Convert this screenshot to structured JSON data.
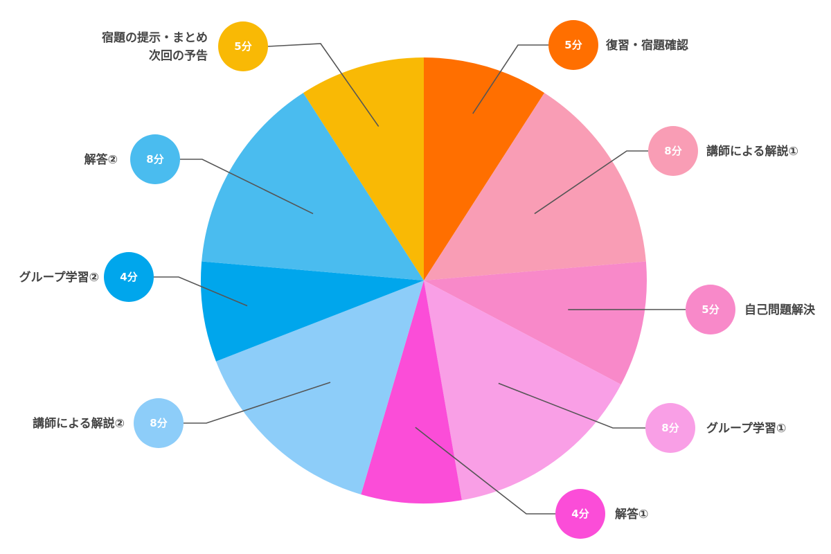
{
  "chart_data": {
    "type": "pie",
    "title": "",
    "start": "top",
    "direction": "clockwise",
    "slices": [
      {
        "label": [
          "復習・宿題確認"
        ],
        "value": 5,
        "badge": "5分",
        "color": "#FF6F00"
      },
      {
        "label": [
          "講師による解説①"
        ],
        "value": 8,
        "badge": "8分",
        "color": "#F99DB5"
      },
      {
        "label": [
          "自己問題解決"
        ],
        "value": 5,
        "badge": "5分",
        "color": "#F889C9"
      },
      {
        "label": [
          "グループ学習①"
        ],
        "value": 8,
        "badge": "8分",
        "color": "#F99FE6"
      },
      {
        "label": [
          "解答①"
        ],
        "value": 4,
        "badge": "4分",
        "color": "#FB4DD8"
      },
      {
        "label": [
          "講師による解説②"
        ],
        "value": 8,
        "badge": "8分",
        "color": "#8DCDF9"
      },
      {
        "label": [
          "グループ学習②"
        ],
        "value": 4,
        "badge": "4分",
        "color": "#00A6EC"
      },
      {
        "label": [
          "解答②"
        ],
        "value": 8,
        "badge": "8分",
        "color": "#4ABCEF"
      },
      {
        "label": [
          "宿題の提示・まとめ",
          "次回の予告"
        ],
        "value": 5,
        "badge": "5分",
        "color": "#F9B905"
      }
    ]
  }
}
